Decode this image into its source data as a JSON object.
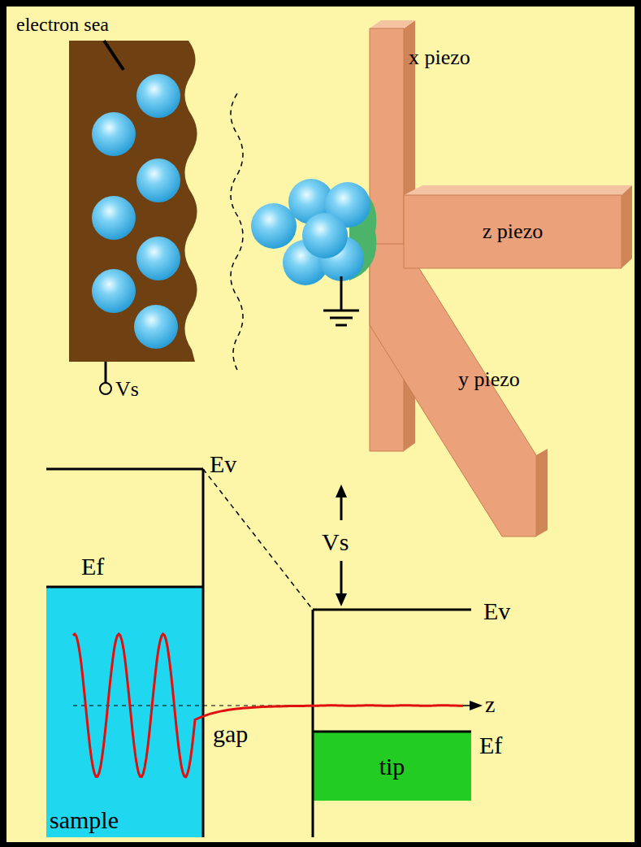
{
  "diagram": {
    "nodes": [
      {
        "text": [
          "x piezo"
        ]
      },
      {
        "text": [
          "z piezo"
        ]
      },
      {
        "text": [
          "y piezo"
        ]
      },
      {
        "text": [
          "sample"
        ]
      },
      {
        "text": [
          "tip"
        ]
      }
    ],
    "labels": [
      "electron sea",
      "Vs",
      "Ev",
      "Ef",
      "Vs",
      "Ev",
      "z",
      "gap",
      "Ef"
    ]
  }
}
